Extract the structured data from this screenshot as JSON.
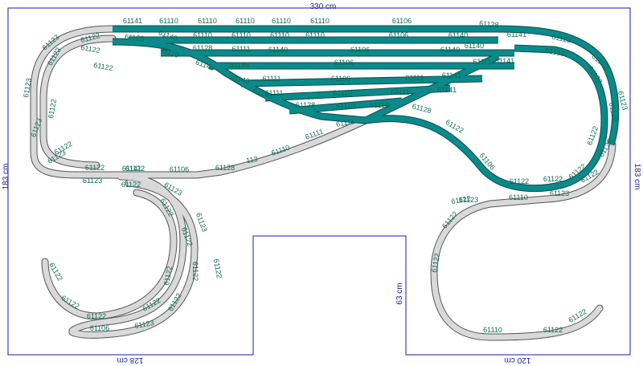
{
  "colors": {
    "outline": "#1a1aa6",
    "dimension_text": "#1a1aa6",
    "track_grey": "#d9d9d9",
    "track_grey_edge": "#555555",
    "track_teal": "#0a8a8a",
    "track_teal_edge": "#0b4d4d",
    "label": "#0d6b55"
  },
  "dimensions": {
    "top": "330 cm",
    "left": "183 cm",
    "right": "183 cm",
    "inner": "63 cm",
    "bottom_left": "128 cm",
    "bottom_right": "120 cm"
  },
  "track_labels": [
    "61141",
    "61110",
    "61110",
    "61110",
    "61110",
    "61110",
    "61106",
    "61128",
    "61123",
    "61122",
    "61128",
    "61140",
    "61110",
    "61110",
    "61110",
    "61110",
    "61106",
    "61140",
    "61141",
    "61123",
    "61123",
    "61122",
    "61110",
    "61128",
    "61111",
    "61140",
    "61106",
    "61140",
    "61140",
    "61122",
    "61123",
    "61123",
    "61122",
    "61140",
    "61146",
    "61106",
    "61111",
    "61141",
    "61122",
    "61146",
    "61111",
    "61106",
    "61111",
    "61141",
    "61123",
    "61122",
    "61140",
    "61111",
    "61110",
    "61111",
    "61141",
    "61122",
    "61123",
    "61128",
    "61110",
    "61116",
    "61128",
    "61122",
    "61122",
    "61111",
    "61111",
    "61122",
    "61106",
    "61122",
    "61122",
    "61122",
    "61141",
    "61106",
    "61128",
    "113",
    "61110",
    "61122",
    "61122",
    "61122",
    "61123",
    "61123",
    "61122",
    "61123",
    "61110",
    "61123",
    "61122",
    "61122",
    "61122",
    "61123",
    "61122",
    "61122",
    "61122",
    "61122",
    "61122",
    "61122",
    "61123",
    "61122",
    "61122",
    "61122",
    "61122",
    "61106",
    "61123",
    "61122",
    "61110",
    "61122",
    "61122"
  ]
}
